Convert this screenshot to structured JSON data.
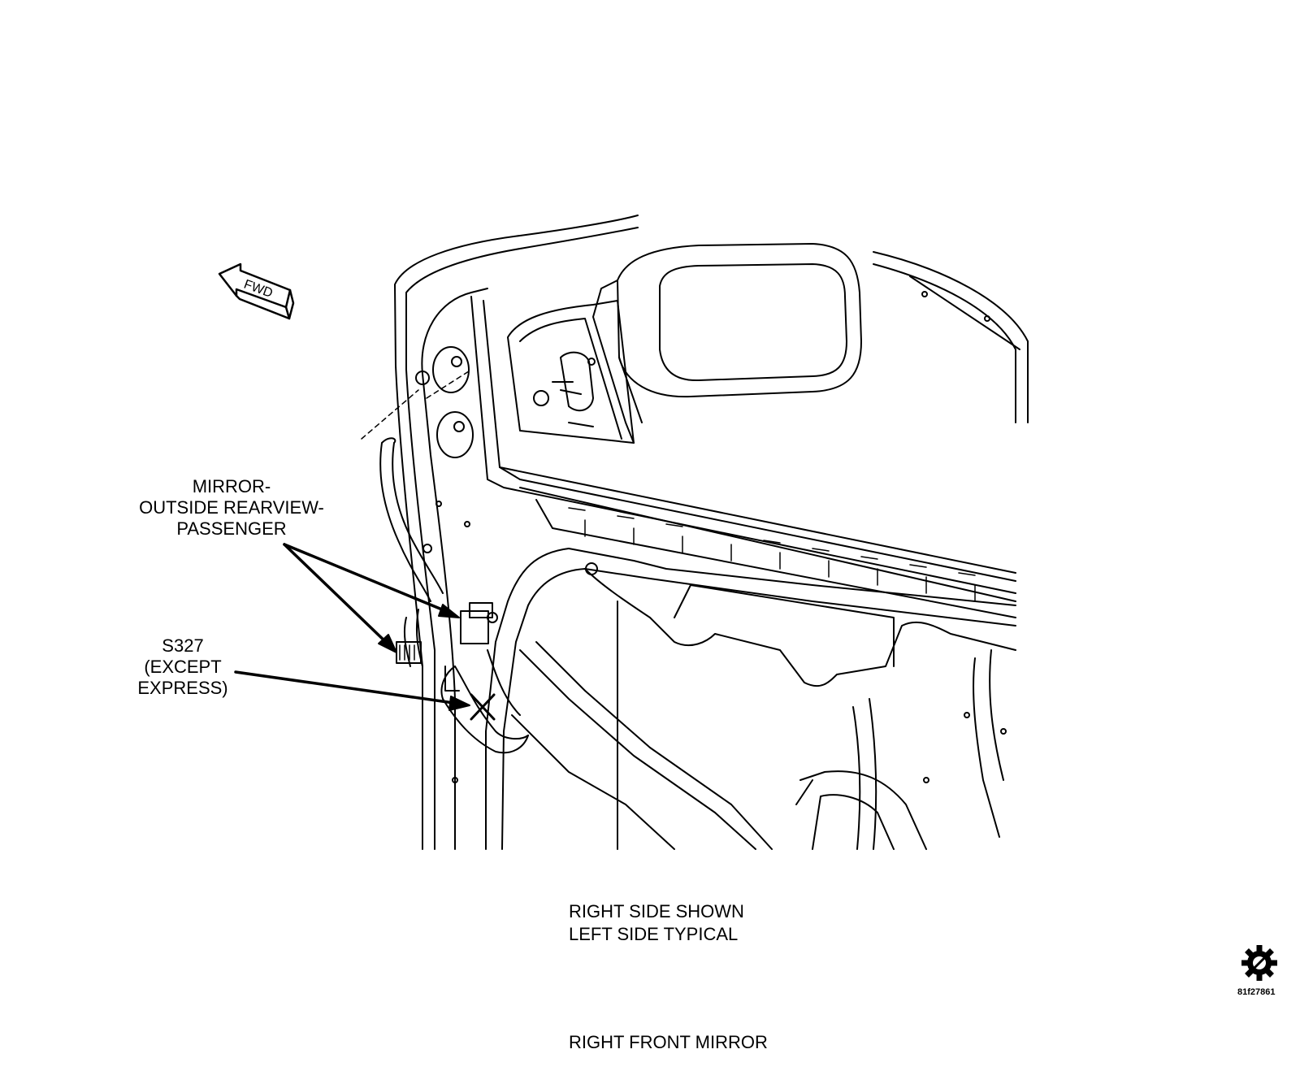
{
  "callouts": {
    "mirror_lines": [
      "MIRROR-",
      "OUTSIDE REARVIEW-",
      "PASSENGER"
    ],
    "splice_lines": [
      "S327",
      "(EXCEPT",
      "EXPRESS)"
    ]
  },
  "fwd_arrow": {
    "text": "FWD"
  },
  "note_lines": [
    "RIGHT SIDE SHOWN",
    "LEFT SIDE TYPICAL"
  ],
  "caption": "RIGHT FRONT MIRROR",
  "figure_code": "81f27861",
  "icons": {
    "corner": "gear-slash-icon"
  }
}
